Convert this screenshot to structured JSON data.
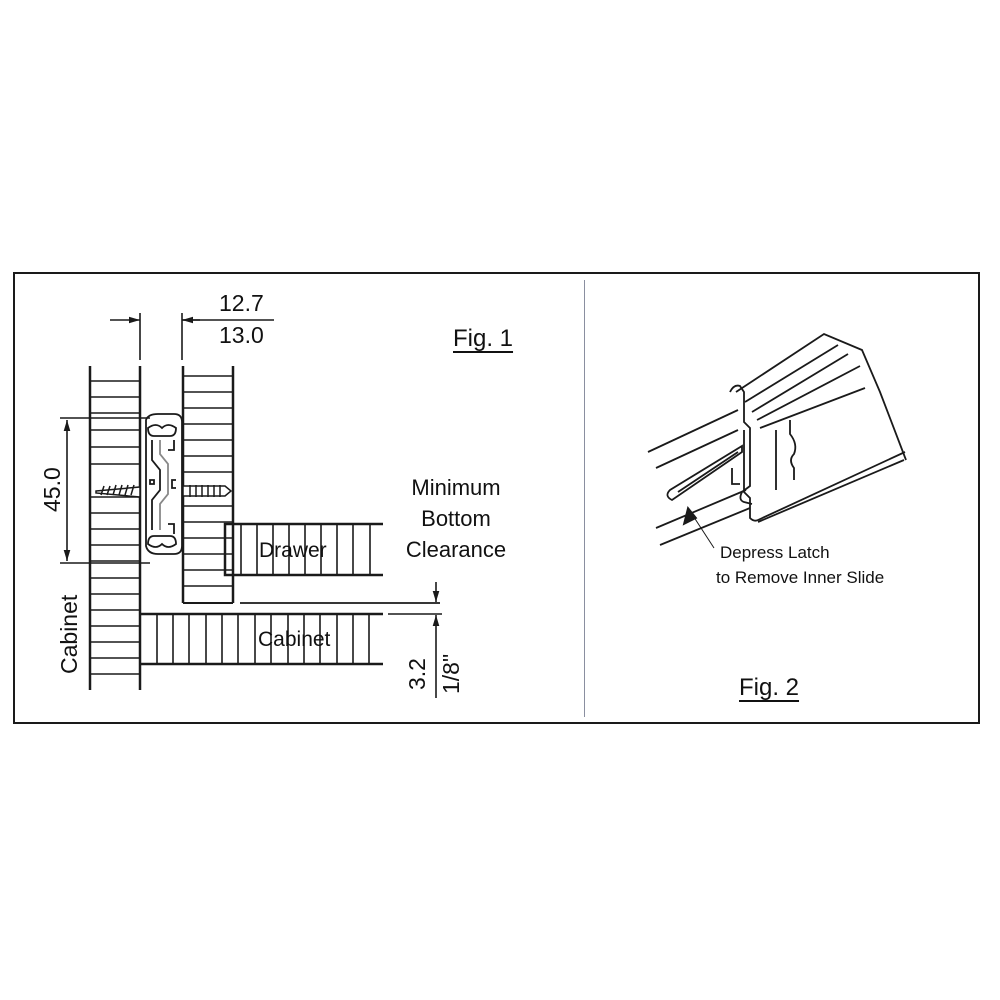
{
  "fig1": {
    "label": "Fig. 1",
    "dim_top_a": "12.7",
    "dim_top_b": "13.0",
    "dim_height": "45.0",
    "cabinet_side_label": "Cabinet",
    "drawer_label": "Drawer",
    "cabinet_bottom_label": "Cabinet",
    "clearance_line1": "Minimum",
    "clearance_line2": "Bottom",
    "clearance_line3": "Clearance",
    "clearance_mm": "3.2",
    "clearance_in": "1/8\""
  },
  "fig2": {
    "label": "Fig. 2",
    "caption_line1": "Depress Latch",
    "caption_line2": "to Remove Inner Slide"
  },
  "colors": {
    "line": "#1a1a1a",
    "divider": "#8a8fa0",
    "background": "#ffffff"
  }
}
